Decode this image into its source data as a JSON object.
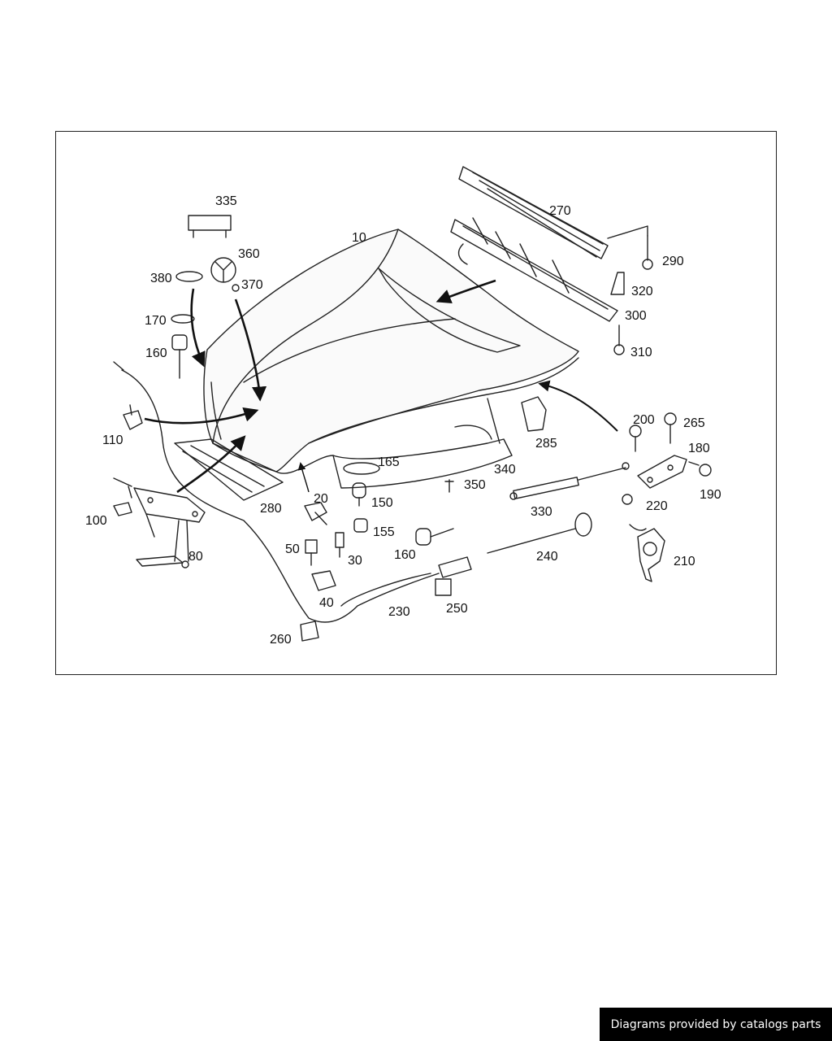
{
  "diagram": {
    "labels": {
      "p10": "10",
      "p20": "20",
      "p30": "30",
      "p40": "40",
      "p50": "50",
      "p80": "80",
      "p100": "100",
      "p110": "110",
      "p150": "150",
      "p155": "155",
      "p160a": "160",
      "p160b": "160",
      "p165": "165",
      "p170": "170",
      "p180": "180",
      "p190": "190",
      "p200": "200",
      "p210": "210",
      "p220": "220",
      "p230": "230",
      "p240": "240",
      "p250": "250",
      "p260": "260",
      "p265": "265",
      "p270": "270",
      "p280": "280",
      "p285": "285",
      "p290": "290",
      "p300": "300",
      "p310": "310",
      "p320": "320",
      "p330": "330",
      "p335": "335",
      "p340": "340",
      "p350": "350",
      "p360": "360",
      "p370": "370",
      "p380": "380"
    }
  },
  "footer": {
    "credit": "Diagrams provided by catalogs parts"
  }
}
